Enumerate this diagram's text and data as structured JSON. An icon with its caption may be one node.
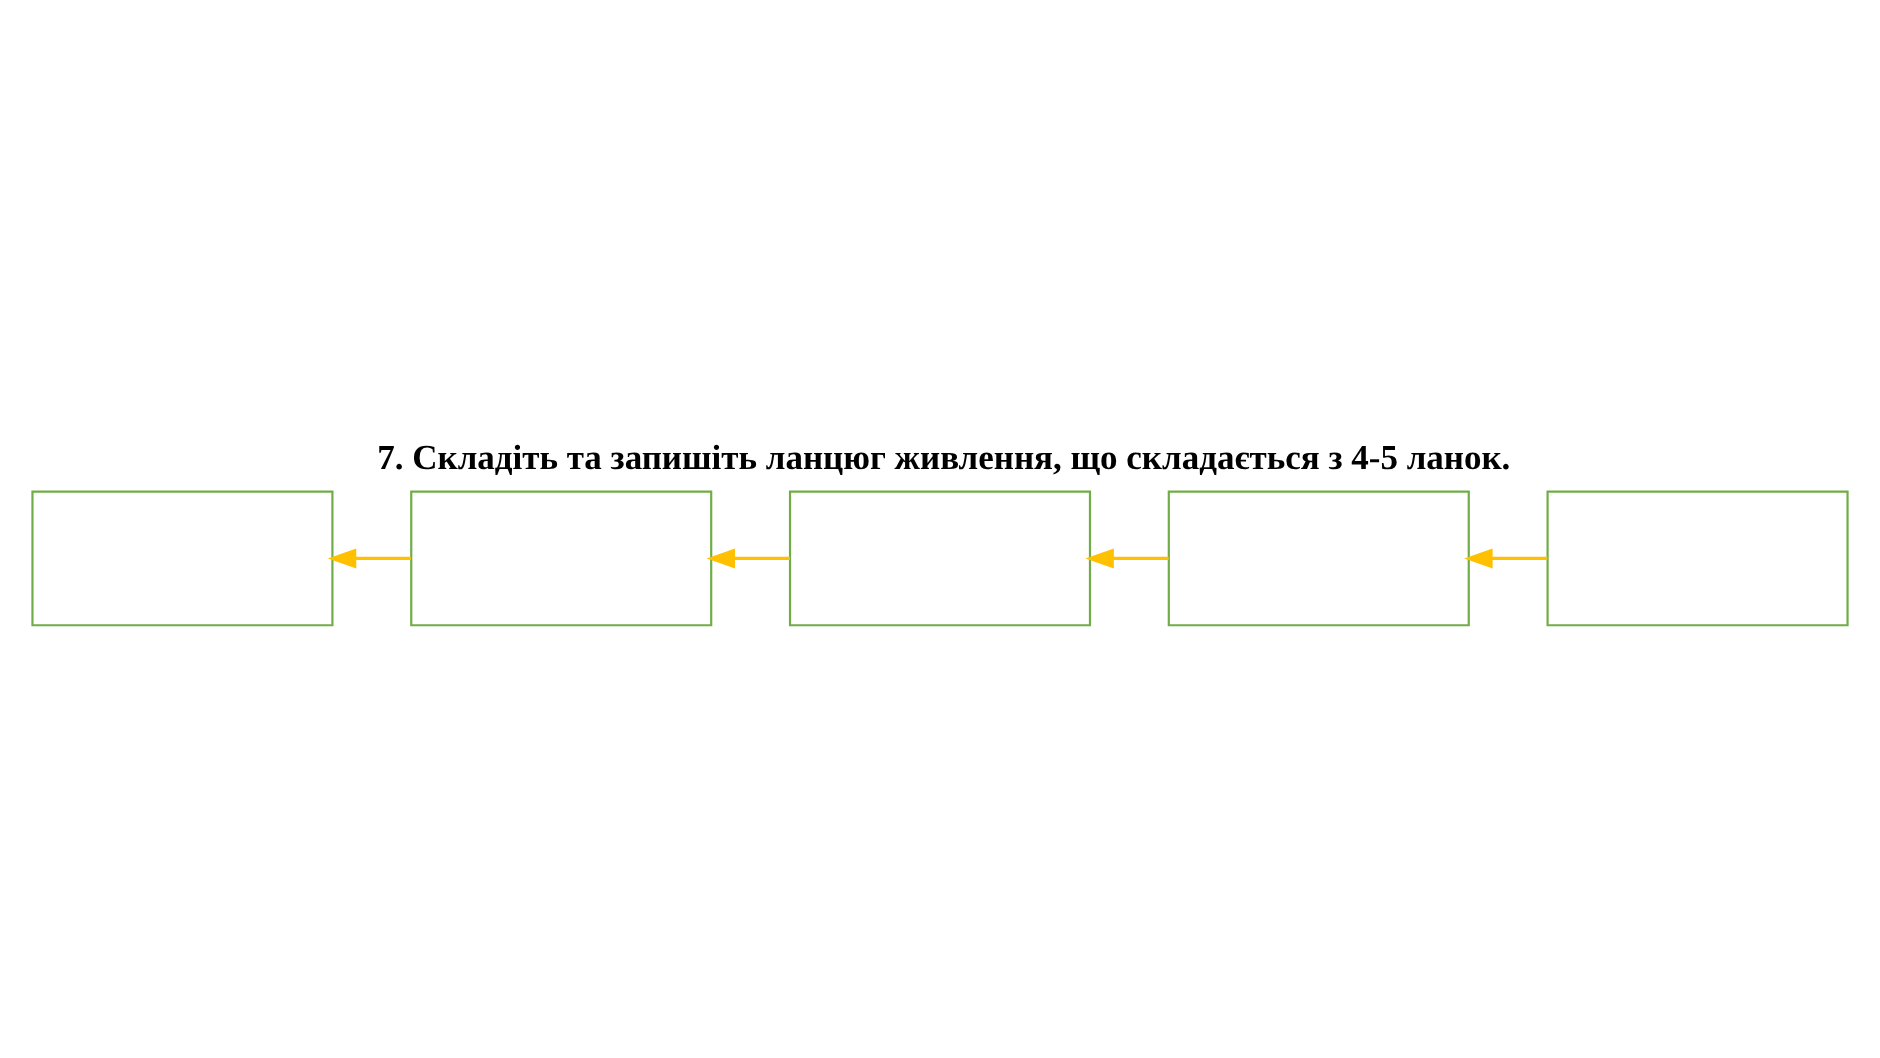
{
  "diagram": {
    "title": "7. Складіть та запишіть ланцюг живлення, що складається з 4-5 ланок.",
    "nodes": [
      {
        "text": [],
        "shape": "box"
      },
      {
        "text": [],
        "shape": "box"
      },
      {
        "text": [],
        "shape": "box"
      },
      {
        "text": [],
        "shape": "box"
      },
      {
        "text": [],
        "shape": "box"
      }
    ],
    "edges": [
      {
        "from": 1,
        "to": 0,
        "arrow": "to"
      },
      {
        "from": 2,
        "to": 1,
        "arrow": "to"
      },
      {
        "from": 3,
        "to": 2,
        "arrow": "to"
      },
      {
        "from": 4,
        "to": 3,
        "arrow": "to"
      }
    ]
  }
}
